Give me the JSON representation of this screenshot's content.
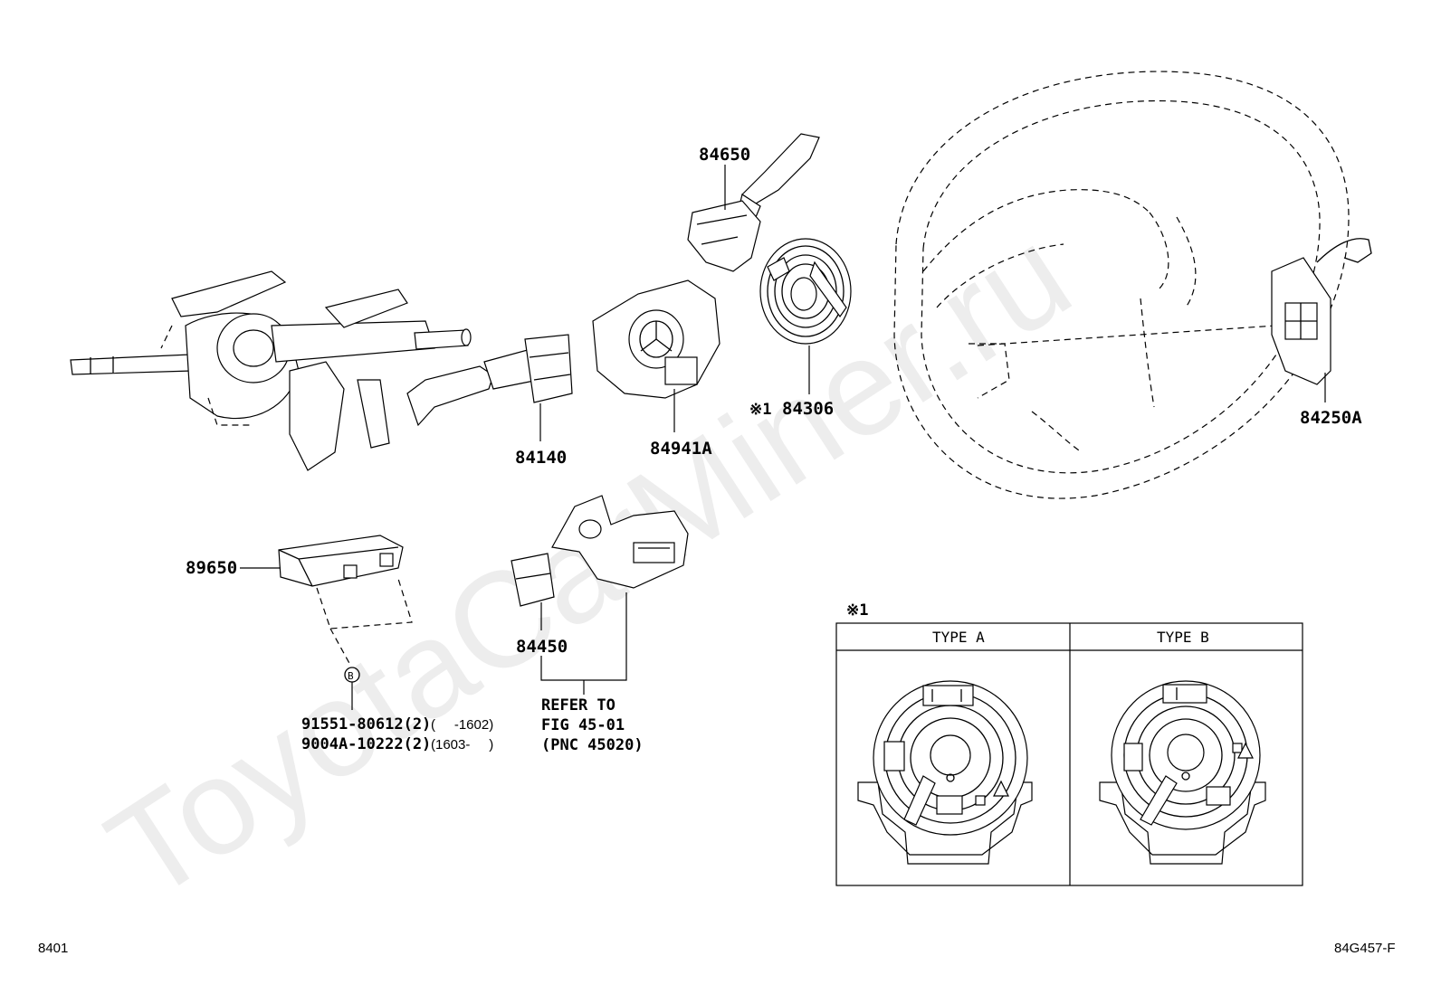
{
  "watermark": "ToyotaCarMiner.ru",
  "parts": {
    "p84650": "84650",
    "p84306": "84306",
    "p84306_mark": "※1",
    "p84250A": "84250A",
    "p84140": "84140",
    "p84941A": "84941A",
    "p89650": "89650",
    "p84450": "84450",
    "circle_b": "B"
  },
  "fasteners": [
    {
      "code": "91551-80612(2)",
      "range": "(     -1602)"
    },
    {
      "code": "9004A-10222(2)",
      "range": "(1603-     )"
    }
  ],
  "refer": {
    "line1": "REFER TO",
    "line2": "FIG 45-01",
    "line3": "(PNC 45020)"
  },
  "variant_box": {
    "mark": "※1",
    "col_a": "TYPE A",
    "col_b": "TYPE B"
  },
  "footer": {
    "left": "8401",
    "right": "84G457-F"
  }
}
